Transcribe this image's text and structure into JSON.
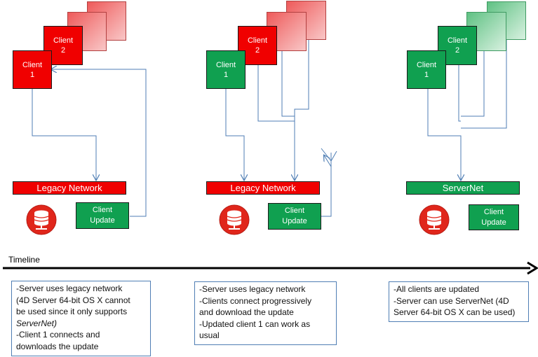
{
  "panels": [
    {
      "theme": "red",
      "client1_label": "Client\n1",
      "client2_label": "Client\n2",
      "network_label": "Legacy Network",
      "update_label": "Client\nUpdate"
    },
    {
      "theme": "mixed",
      "client1_label": "Client\n1",
      "client2_label": "Client\n2",
      "network_label": "Legacy Network",
      "update_label": "Client\nUpdate"
    },
    {
      "theme": "green",
      "client1_label": "Client\n1",
      "client2_label": "Client\n2",
      "network_label": "ServerNet",
      "update_label": "Client\nUpdate"
    }
  ],
  "timeline": {
    "label": "Timeline"
  },
  "notes": [
    {
      "lines": [
        "-Server uses legacy network",
        "(4D Server 64-bit OS X cannot",
        "be used since it only supports",
        "ServerNet)",
        "-Client 1 connects and",
        "downloads the update"
      ]
    },
    {
      "lines": [
        "-Server uses legacy network",
        "-Clients connect progressively",
        "and download the update",
        "-Updated client 1 can work as",
        "usual"
      ]
    },
    {
      "lines": [
        "-All clients are updated",
        "-Server can use ServerNet (4D",
        "Server 64-bit OS X can be used)"
      ]
    }
  ],
  "colors": {
    "red": "#f00000",
    "green": "#10a050",
    "connector": "#4f7eb4",
    "db_red": "#e0261b"
  },
  "icons": {
    "server": "database-server-icon"
  }
}
